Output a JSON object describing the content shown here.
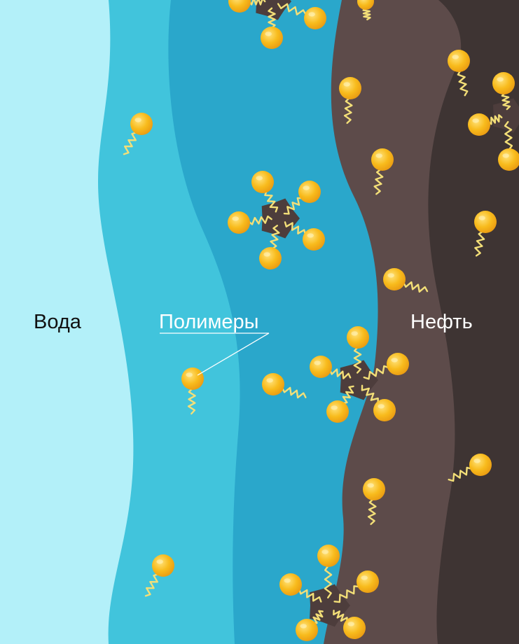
{
  "labels": {
    "water": "Вода",
    "polymers": "Полимеры",
    "oil": "Нефть"
  },
  "colors": {
    "water_light": "#b3f0f9",
    "water_mid": "#41c4dc",
    "water_deep": "#2aa7cb",
    "oil_brown": "#5d4b4a",
    "oil_dark": "#3e3433",
    "molecule_head": "#f8b81b",
    "molecule_tail": "#f3df78",
    "oil_blob": "#4d3d3c"
  }
}
